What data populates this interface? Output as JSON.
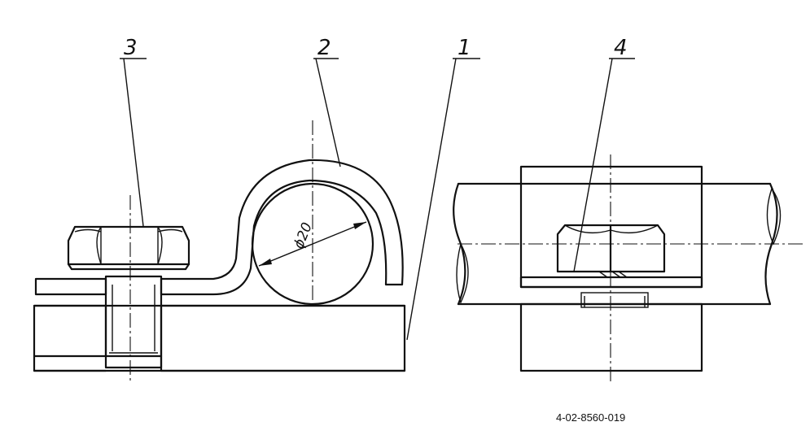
{
  "callouts": {
    "base_plate": "1",
    "clamp_bracket": "2",
    "bolt": "3",
    "washer": "4"
  },
  "dimension": {
    "diameter_label": "ϕ20"
  },
  "drawing_code": "4-02-8560-019"
}
